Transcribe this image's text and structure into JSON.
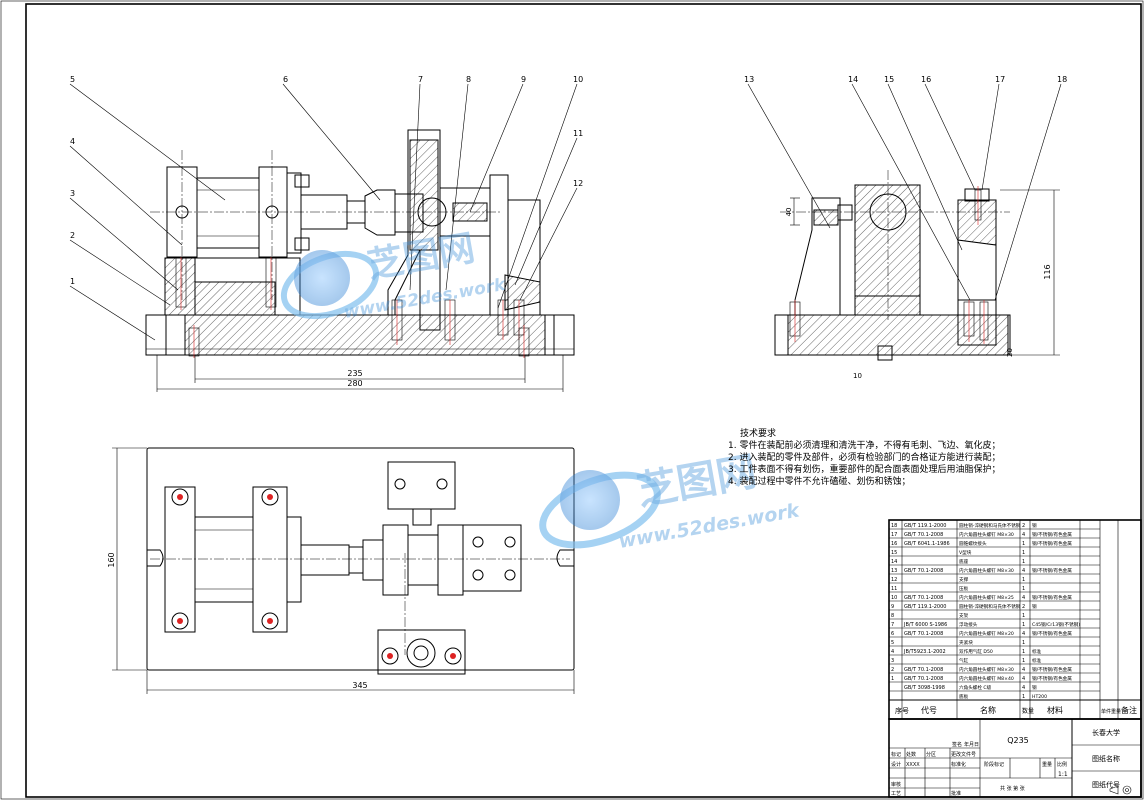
{
  "balloons": [
    "1",
    "2",
    "3",
    "4",
    "5",
    "6",
    "7",
    "8",
    "9",
    "10",
    "11",
    "12",
    "13",
    "14",
    "15",
    "16",
    "17",
    "18"
  ],
  "dims": {
    "front_inner": "235",
    "front_overall": "280",
    "top_width": "345",
    "top_height": "160",
    "side_height": "116",
    "side_small_1": "40",
    "side_small_2": "10",
    "side_small_3": "20"
  },
  "tech": {
    "title": "技术要求",
    "items": [
      "1. 零件在装配前必须清理和清洗干净，不得有毛刺、飞边、氧化皮；",
      "2. 进入装配的零件及部件，必须有检验部门的合格证方能进行装配；",
      "3. 工件表面不得有划伤，重要部件的配合面表面处理后用油脂保护；",
      "4. 装配过程中零件不允许磕碰、划伤和锈蚀；"
    ]
  },
  "bom": {
    "headers": [
      "序号",
      "代号",
      "名称",
      "数量",
      "材料",
      "单件重量",
      "备注"
    ],
    "rows": [
      {
        "no": "18",
        "code": "GB/T 119.1-2000",
        "name": "圆柱销-淬硬钢和马氏体不锈钢",
        "qty": "2",
        "mat": "钢"
      },
      {
        "no": "17",
        "code": "GB/T 70.1-2008",
        "name": "内六角圆柱头螺钉 M8×30",
        "qty": "4",
        "mat": "钢/不锈钢/有色金属"
      },
      {
        "no": "16",
        "code": "GB/T 6041.1-1986",
        "name": "圆锥螺纹接头",
        "qty": "1",
        "mat": "钢/不锈钢/有色金属"
      },
      {
        "no": "15",
        "code": "",
        "name": "V型块",
        "qty": "1",
        "mat": ""
      },
      {
        "no": "14",
        "code": "",
        "name": "底座",
        "qty": "1",
        "mat": ""
      },
      {
        "no": "13",
        "code": "GB/T 70.1-2008",
        "name": "内六角圆柱头螺钉 M8×30",
        "qty": "4",
        "mat": "钢/不锈钢/有色金属"
      },
      {
        "no": "12",
        "code": "",
        "name": "支撑",
        "qty": "1",
        "mat": ""
      },
      {
        "no": "11",
        "code": "",
        "name": "压板",
        "qty": "1",
        "mat": ""
      },
      {
        "no": "10",
        "code": "GB/T 70.1-2008",
        "name": "内六角圆柱头螺钉 M8×25",
        "qty": "4",
        "mat": "钢/不锈钢/有色金属"
      },
      {
        "no": "9",
        "code": "GB/T 119.1-2000",
        "name": "圆柱销-淬硬钢和马氏体不锈钢",
        "qty": "2",
        "mat": "钢"
      },
      {
        "no": "8",
        "code": "",
        "name": "支架",
        "qty": "1",
        "mat": ""
      },
      {
        "no": "7",
        "code": "JB/T 6000 S-1986",
        "name": "浮动接头",
        "qty": "1",
        "mat": "C45钢/Cr13钢(不锈钢)"
      },
      {
        "no": "6",
        "code": "GB/T 70.1-2008",
        "name": "内六角圆柱头螺钉 M8×20",
        "qty": "4",
        "mat": "钢/不锈钢/有色金属"
      },
      {
        "no": "5",
        "code": "",
        "name": "夹紧块",
        "qty": "1",
        "mat": ""
      },
      {
        "no": "4",
        "code": "JB/T5923.1-2002",
        "name": "双作用气缸 D50",
        "qty": "1",
        "mat": "标准"
      },
      {
        "no": "3",
        "code": "",
        "name": "气缸",
        "qty": "1",
        "mat": "标准"
      },
      {
        "no": "2",
        "code": "GB/T 70.1-2008",
        "name": "内六角圆柱头螺钉 M8×30",
        "qty": "4",
        "mat": "钢/不锈钢/有色金属"
      },
      {
        "no": "1",
        "code": "GB/T 70.1-2008",
        "name": "内六角圆柱头螺钉 M8×40",
        "qty": "4",
        "mat": "钢/不锈钢/有色金属"
      },
      {
        "no": "",
        "code": "GB/T 3098-1998",
        "name": "六角头螺栓 C级",
        "qty": "4",
        "mat": "钢"
      },
      {
        "no": "",
        "code": "",
        "name": "底板",
        "qty": "1",
        "mat": "HT200"
      }
    ]
  },
  "title_block": {
    "material": "Q235",
    "school": "长春大学",
    "drawing_name": "图纸名称",
    "drawing_code": "图纸代号",
    "scale": "1:1",
    "labels": {
      "mark": "标记",
      "count": "处数",
      "zone": "分区",
      "change_doc": "更改文件号",
      "sign": "签名",
      "date": "年月日",
      "design": "设计",
      "standard": "标准化",
      "stage": "阶段标记",
      "weight": "重量",
      "scale": "比例",
      "review": "审核",
      "process": "工艺",
      "approve": "批准",
      "sheets": "共 张 第 张",
      "design_id": "XXXX"
    }
  },
  "watermark": {
    "brand": "芝图网",
    "site": "www.52des.work"
  },
  "colors": {
    "bolt_center": "#dd2222",
    "watermark": "#3d8fd8"
  }
}
